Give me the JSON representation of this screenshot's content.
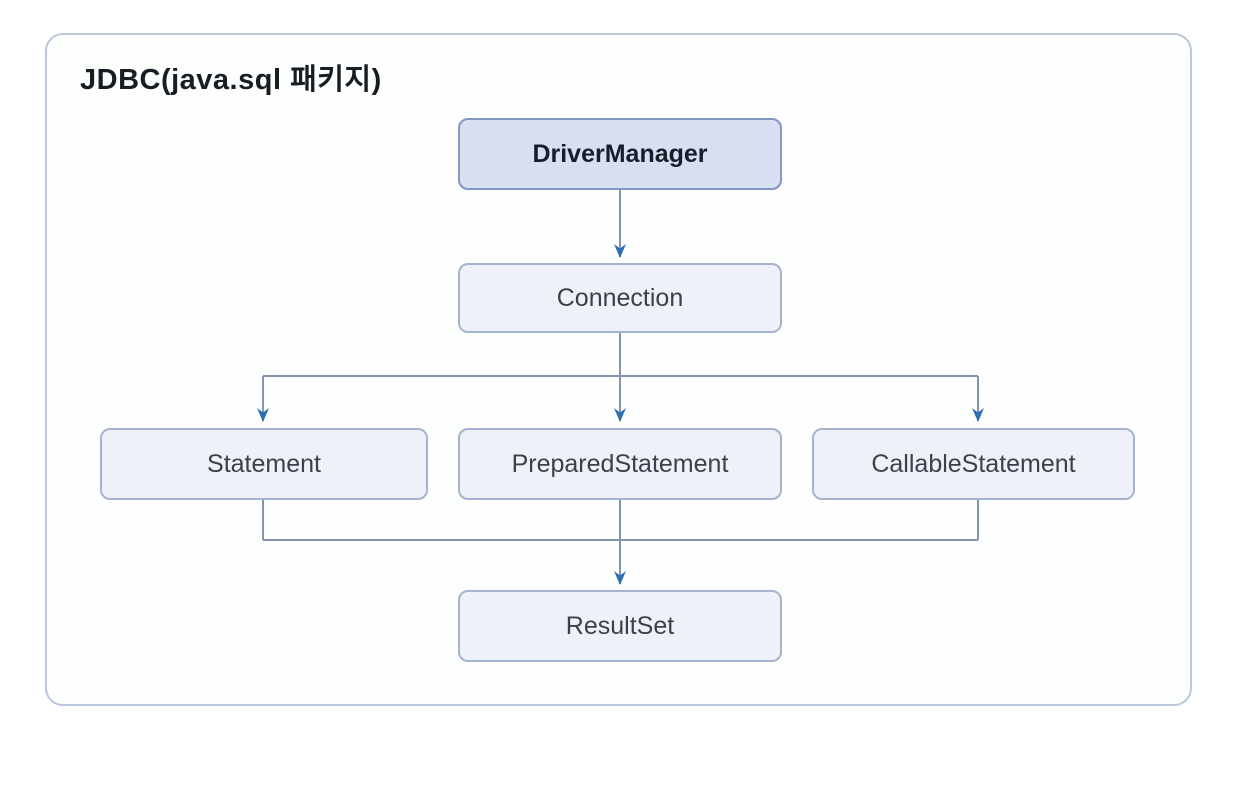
{
  "diagram": {
    "title": "JDBC(java.sql 패키지)",
    "nodes": [
      {
        "id": "drivermanager",
        "label": "DriverManager",
        "emphasis": true
      },
      {
        "id": "connection",
        "label": "Connection",
        "emphasis": false
      },
      {
        "id": "statement",
        "label": "Statement",
        "emphasis": false
      },
      {
        "id": "preparedstatement",
        "label": "PreparedStatement",
        "emphasis": false
      },
      {
        "id": "callablestatement",
        "label": "CallableStatement",
        "emphasis": false
      },
      {
        "id": "resultset",
        "label": "ResultSet",
        "emphasis": false
      }
    ],
    "edges": [
      {
        "from": "drivermanager",
        "to": "connection"
      },
      {
        "from": "connection",
        "to": "statement"
      },
      {
        "from": "connection",
        "to": "preparedstatement"
      },
      {
        "from": "connection",
        "to": "callablestatement"
      },
      {
        "from": "statement",
        "to": "resultset"
      },
      {
        "from": "preparedstatement",
        "to": "resultset"
      },
      {
        "from": "callablestatement",
        "to": "resultset"
      }
    ],
    "colors": {
      "frame_border": "#b9c8dc",
      "node_fill": "#eef1f9",
      "node_border": "#a4b3ce",
      "accent_node_fill": "#d8dff1",
      "accent_node_border": "#8496c6",
      "connector_line": "#8494ad",
      "arrowhead": "#2e6cb4",
      "title_text": "#191c22",
      "node_text": "#3a414d"
    }
  }
}
